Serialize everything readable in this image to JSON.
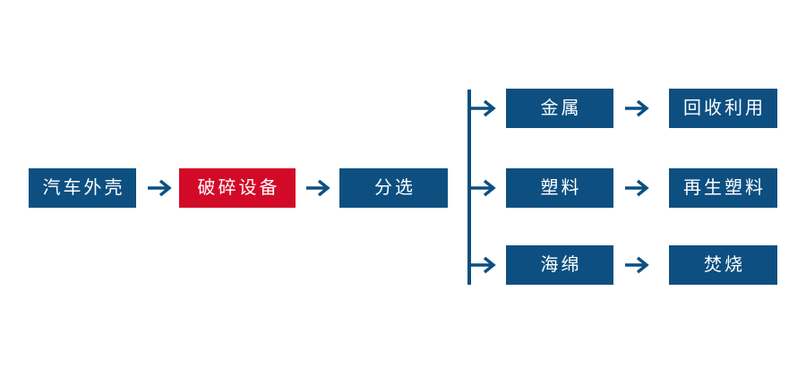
{
  "diagram": {
    "title": "",
    "colors": {
      "primary": "#0d4f80",
      "highlight": "#d20a28",
      "text": "#ffffff",
      "background": "#ffffff"
    },
    "main_chain": [
      {
        "id": "car-shell",
        "label": "汽车外壳",
        "color": "#0d4f80"
      },
      {
        "id": "crusher",
        "label": "破碎设备",
        "color": "#d20a28"
      },
      {
        "id": "sorting",
        "label": "分选",
        "color": "#0d4f80"
      }
    ],
    "branches": [
      {
        "id": "metal",
        "material": {
          "id": "metal-node",
          "label": "金属",
          "color": "#0d4f80"
        },
        "outcome": {
          "id": "recycle-node",
          "label": "回收利用",
          "color": "#0d4f80"
        }
      },
      {
        "id": "plastic",
        "material": {
          "id": "plastic-node",
          "label": "塑料",
          "color": "#0d4f80"
        },
        "outcome": {
          "id": "regrind-node",
          "label": "再生塑料",
          "color": "#0d4f80"
        }
      },
      {
        "id": "sponge",
        "material": {
          "id": "sponge-node",
          "label": "海绵",
          "color": "#0d4f80"
        },
        "outcome": {
          "id": "incinerate-node",
          "label": "焚烧",
          "color": "#0d4f80"
        }
      }
    ],
    "connectors": {
      "chain_arrows": [
        {
          "id": "arrow-shell-to-crusher",
          "icon": "arrow-right-icon"
        },
        {
          "id": "arrow-crusher-to-sorting",
          "icon": "arrow-right-icon"
        }
      ],
      "bus": {
        "id": "distribution-bus",
        "icon": "vertical-bus-line"
      },
      "branch_arrows": [
        {
          "id": "arrow-bus-to-metal",
          "icon": "arrow-right-icon"
        },
        {
          "id": "arrow-bus-to-plastic",
          "icon": "arrow-right-icon"
        },
        {
          "id": "arrow-bus-to-sponge",
          "icon": "arrow-right-icon"
        }
      ],
      "outcome_arrows": [
        {
          "id": "arrow-metal-to-recycle",
          "icon": "arrow-right-icon"
        },
        {
          "id": "arrow-plastic-to-regrind",
          "icon": "arrow-right-icon"
        },
        {
          "id": "arrow-sponge-to-incinerate",
          "icon": "arrow-right-icon"
        }
      ]
    }
  }
}
